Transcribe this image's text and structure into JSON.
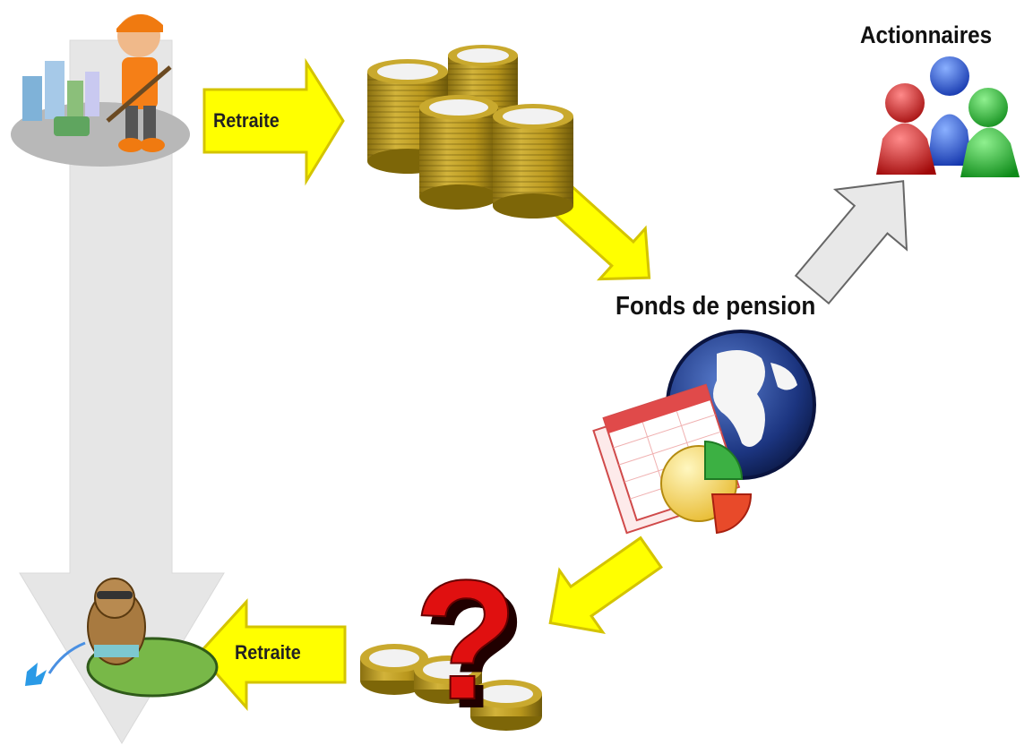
{
  "labels": {
    "actionnaires": "Actionnaires",
    "fonds": "Fonds de pension",
    "retraite_top": "Retraite",
    "retraite_bottom": "Retraite",
    "question": "?"
  },
  "colors": {
    "yellow": "#ffff00",
    "yellow_stroke": "#d4c400",
    "gray_arrow": "#e3e3e3",
    "gold": "#b89a1e",
    "gold_dark": "#7d6608",
    "question_red": "#e01010"
  },
  "icons": [
    "worker-with-city-icon",
    "coin-stack-icon",
    "globe-icon",
    "spreadsheet-pie-chart-icon",
    "shareholders-icon",
    "question-mark-icon",
    "beaver-retiree-icon"
  ]
}
